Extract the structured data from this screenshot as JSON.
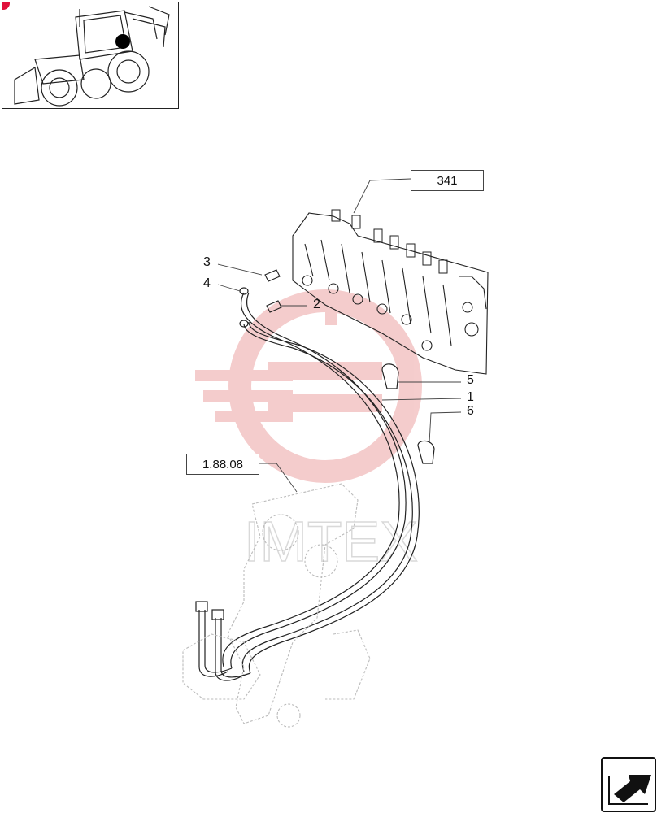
{
  "thumbnail": {
    "marker_color": "#e0103a",
    "icon": "backhoe-loader-thumbnail"
  },
  "references": {
    "valve_ref": "341",
    "frame_ref": "1.88.08"
  },
  "callouts": [
    "3",
    "4",
    "2",
    "5",
    "1",
    "6"
  ],
  "watermark": {
    "text": "IMTEX",
    "color": "#f2c9c9"
  },
  "nav": {
    "icon": "next-page-arrow-icon"
  }
}
